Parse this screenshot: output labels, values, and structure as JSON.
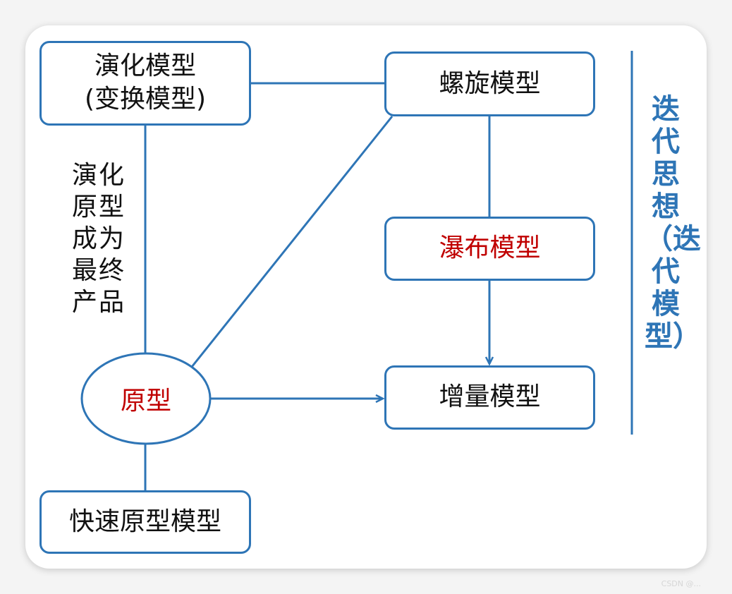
{
  "nodes": {
    "evolution": "演化模型\n(变换模型)",
    "spiral": "螺旋模型",
    "waterfall": "瀑布模型",
    "incremental": "增量模型",
    "prototype": "原型",
    "rapid_prototype": "快速原型模型"
  },
  "edge_label": "演化\n原型\n成为\n最终\n产品",
  "side_title": "迭代\n思想\n（迭代\n模型）",
  "watermark": "CSDN @...",
  "colors": {
    "line": "#2e75b6",
    "highlight": "#c00000",
    "title": "#2e75b6"
  }
}
